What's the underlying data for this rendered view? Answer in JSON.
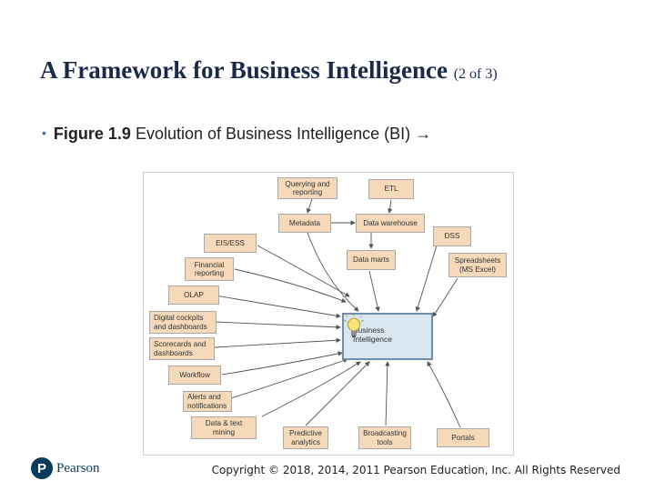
{
  "slide": {
    "title": "A Framework for Business Intelligence",
    "title_suffix": "(2 of 3)",
    "bullet_bold": "Figure 1.9",
    "bullet_text": "Evolution of Business Intelligence (BI) →"
  },
  "diagram": {
    "center_line1": "Business",
    "center_line2": "Intelligence",
    "boxes": {
      "querying_1": "Querying and",
      "querying_2": "reporting",
      "etl": "ETL",
      "metadata": "Metadata",
      "data_warehouse": "Data warehouse",
      "dss": "DSS",
      "eis_ess": "EIS/ESS",
      "data_marts": "Data marts",
      "spreadsheets_1": "Spreadsheets",
      "spreadsheets_2": "(MS Excel)",
      "financial_1": "Financial",
      "financial_2": "reporting",
      "olap": "OLAP",
      "cockpits_1": "Digital cockpits",
      "cockpits_2": "and dashboards",
      "scorecards_1": "Scorecards and",
      "scorecards_2": "dashboards",
      "workflow": "Workflow",
      "alerts_1": "Alerts and",
      "alerts_2": "notifications",
      "mining_1": "Data & text",
      "mining_2": "mining",
      "predictive_1": "Predictive",
      "predictive_2": "analytics",
      "broadcasting_1": "Broadcasting",
      "broadcasting_2": "tools",
      "portals": "Portals"
    },
    "colors": {
      "box_fill": "#f6d9b8",
      "center_fill": "#d9e5ef",
      "arrow": "#555555"
    }
  },
  "footer": {
    "logo_letter": "P",
    "logo_text": "Pearson",
    "copyright": "Copyright © 2018, 2014, 2011 Pearson Education, Inc. All Rights Reserved"
  }
}
